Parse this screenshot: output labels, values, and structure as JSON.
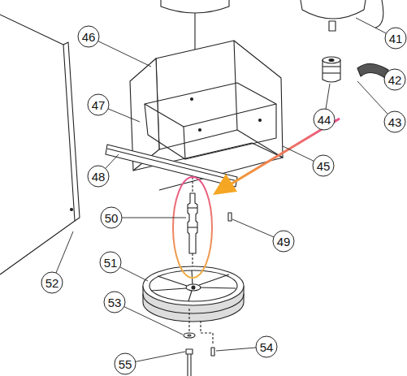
{
  "diagram": {
    "labels": [
      "46",
      "41",
      "42",
      "43",
      "44",
      "45",
      "47",
      "48",
      "50",
      "49",
      "51",
      "52",
      "53",
      "54",
      "55"
    ]
  }
}
